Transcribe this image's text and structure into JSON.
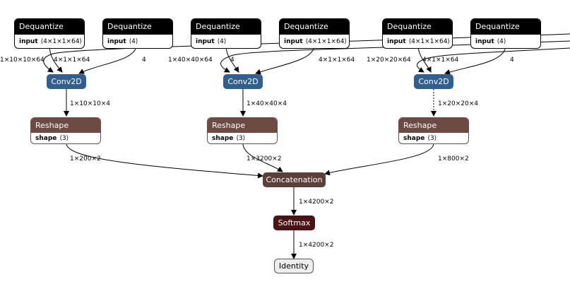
{
  "dequantize_nodes": [
    {
      "title": "Dequantize",
      "attr": "input",
      "value": "⟨4×1×1×64⟩"
    },
    {
      "title": "Dequantize",
      "attr": "input",
      "value": "⟨4⟩"
    },
    {
      "title": "Dequantize",
      "attr": "input",
      "value": "⟨4⟩"
    },
    {
      "title": "Dequantize",
      "attr": "input",
      "value": "⟨4×1×1×64⟩"
    },
    {
      "title": "Dequantize",
      "attr": "input",
      "value": "⟨4×1×1×64⟩"
    },
    {
      "title": "Dequantize",
      "attr": "input",
      "value": "⟨4⟩"
    }
  ],
  "conv_nodes": [
    {
      "title": "Conv2D"
    },
    {
      "title": "Conv2D"
    },
    {
      "title": "Conv2D"
    }
  ],
  "reshape_nodes": [
    {
      "title": "Reshape",
      "attr": "shape",
      "value": "⟨3⟩"
    },
    {
      "title": "Reshape",
      "attr": "shape",
      "value": "⟨3⟩"
    },
    {
      "title": "Reshape",
      "attr": "shape",
      "value": "⟨3⟩"
    }
  ],
  "concat": {
    "title": "Concatenation"
  },
  "softmax": {
    "title": "Softmax"
  },
  "identity": {
    "title": "Identity"
  },
  "edge_labels": {
    "in1": "1×10×10×64",
    "w1": "4×1×1×64",
    "b1": "4",
    "in2": "1×40×40×64",
    "b2": "4",
    "w2": "4×1×1×64",
    "in3": "1×20×20×64",
    "w3": "4×1×1×64",
    "b3": "4",
    "conv1_out": "1×10×10×4",
    "conv2_out": "1×40×40×4",
    "conv3_out": "1×20×20×4",
    "rs1_out": "1×200×2",
    "rs2_out": "1×3200×2",
    "rs3_out": "1×800×2",
    "concat_out": "1×4200×2",
    "softmax_out": "1×4200×2"
  }
}
